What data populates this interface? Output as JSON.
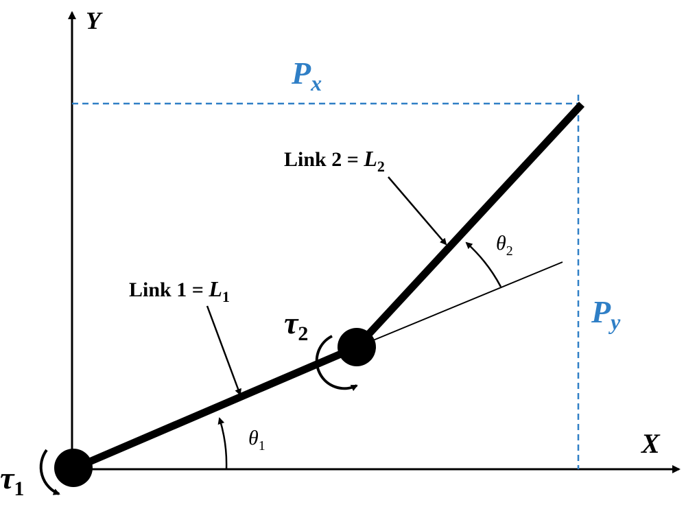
{
  "axes": {
    "x_label": "X",
    "y_label": "Y"
  },
  "projections": {
    "px_label": "P",
    "px_sub": "x",
    "py_label": "P",
    "py_sub": "y",
    "color": "#2f7fc6"
  },
  "links": {
    "link1_prefix": "Link 1 = ",
    "link1_symbol": "L",
    "link1_sub": "1",
    "link2_prefix": "Link 2 = ",
    "link2_symbol": "L",
    "link2_sub": "2"
  },
  "angles": {
    "theta1": "θ",
    "theta1_sub": "1",
    "theta2": "θ",
    "theta2_sub": "2"
  },
  "torques": {
    "tau1": "τ",
    "tau1_sub": "1",
    "tau2": "τ",
    "tau2_sub": "2"
  }
}
